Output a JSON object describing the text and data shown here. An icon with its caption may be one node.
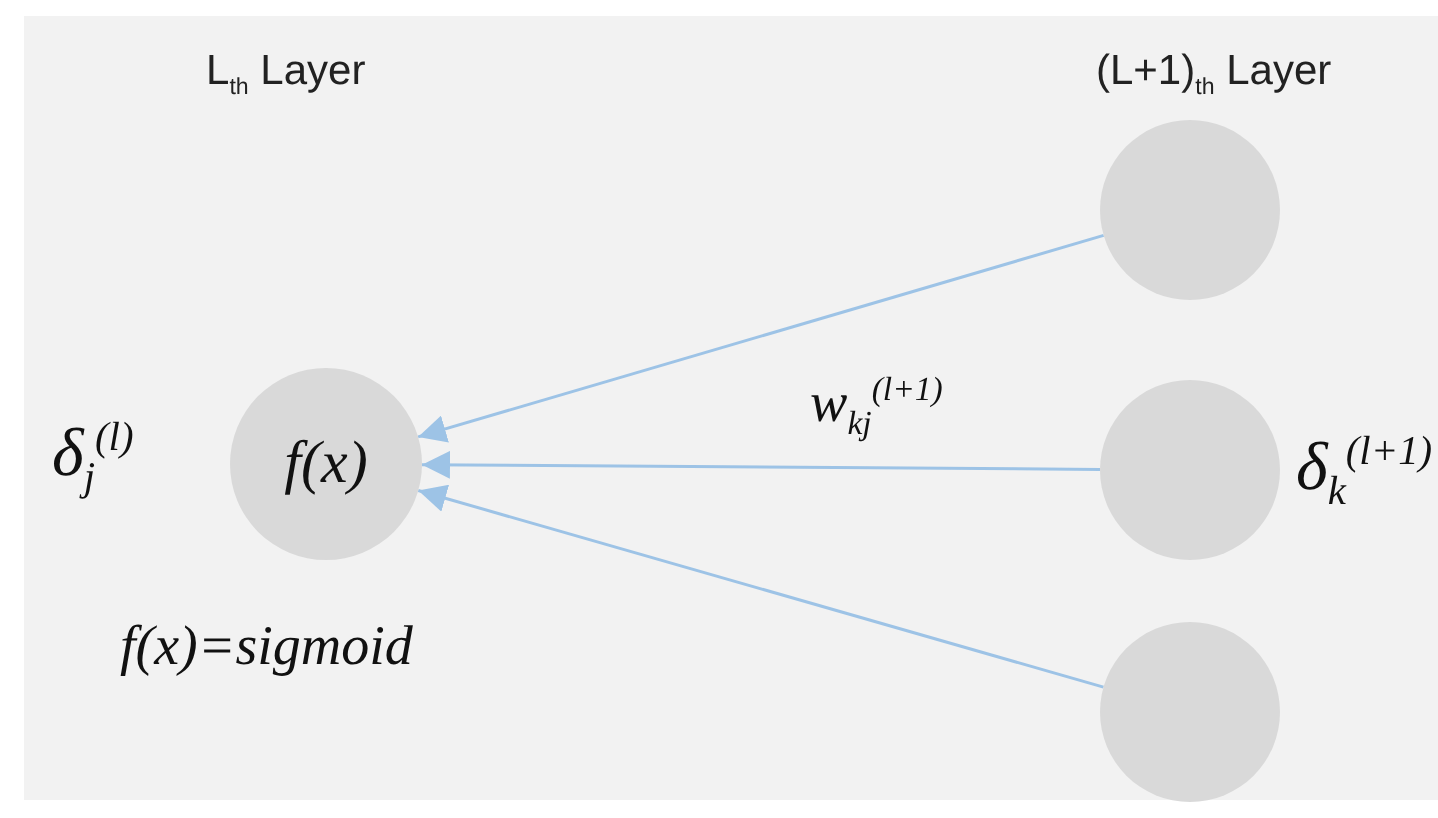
{
  "diagram": {
    "nodes": [
      {
        "text": [
          "f(x)"
        ],
        "beside": [
          "δ$_{j}$$^{(l)}$"
        ]
      },
      {
        "text": [],
        "shape": "circle"
      },
      {
        "text": [],
        "shape": "circle",
        "beside": [
          "δ$_{k}$$^{(l+1)}$"
        ]
      },
      {
        "text": [],
        "shape": "circle"
      }
    ],
    "edges": [
      {
        "from": 1,
        "to": 0,
        "arrow": "to"
      },
      {
        "from": 2,
        "to": 0,
        "arrow": "to",
        "label": "w$_{kj}$$^{(l+1)}$"
      },
      {
        "from": 3,
        "to": 0,
        "arrow": "to"
      }
    ],
    "labels": [
      "L$_{th}$ Layer",
      "(L+1)$_{th}$ Layer",
      "f(x)=sigmoid"
    ]
  }
}
